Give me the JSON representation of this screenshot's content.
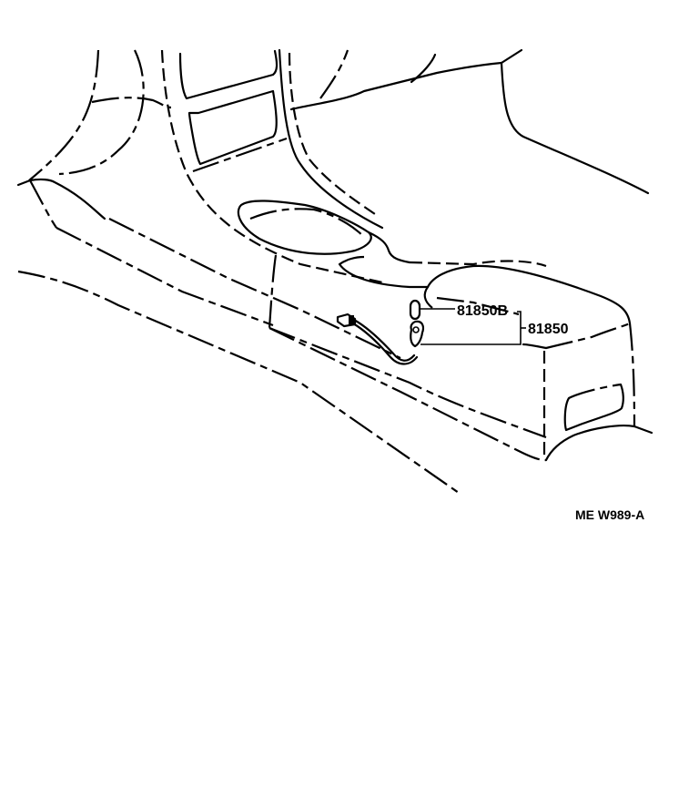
{
  "diagram": {
    "title": "Console box / illumination lamp parts diagram",
    "callouts": [
      {
        "part_number": "81850B",
        "target": "lamp bulb"
      },
      {
        "part_number": "81850",
        "target": "lamp socket & wire assembly"
      }
    ],
    "figure_code": "ME W989-A",
    "colors": {
      "line": "#000000",
      "background": "#ffffff"
    }
  }
}
